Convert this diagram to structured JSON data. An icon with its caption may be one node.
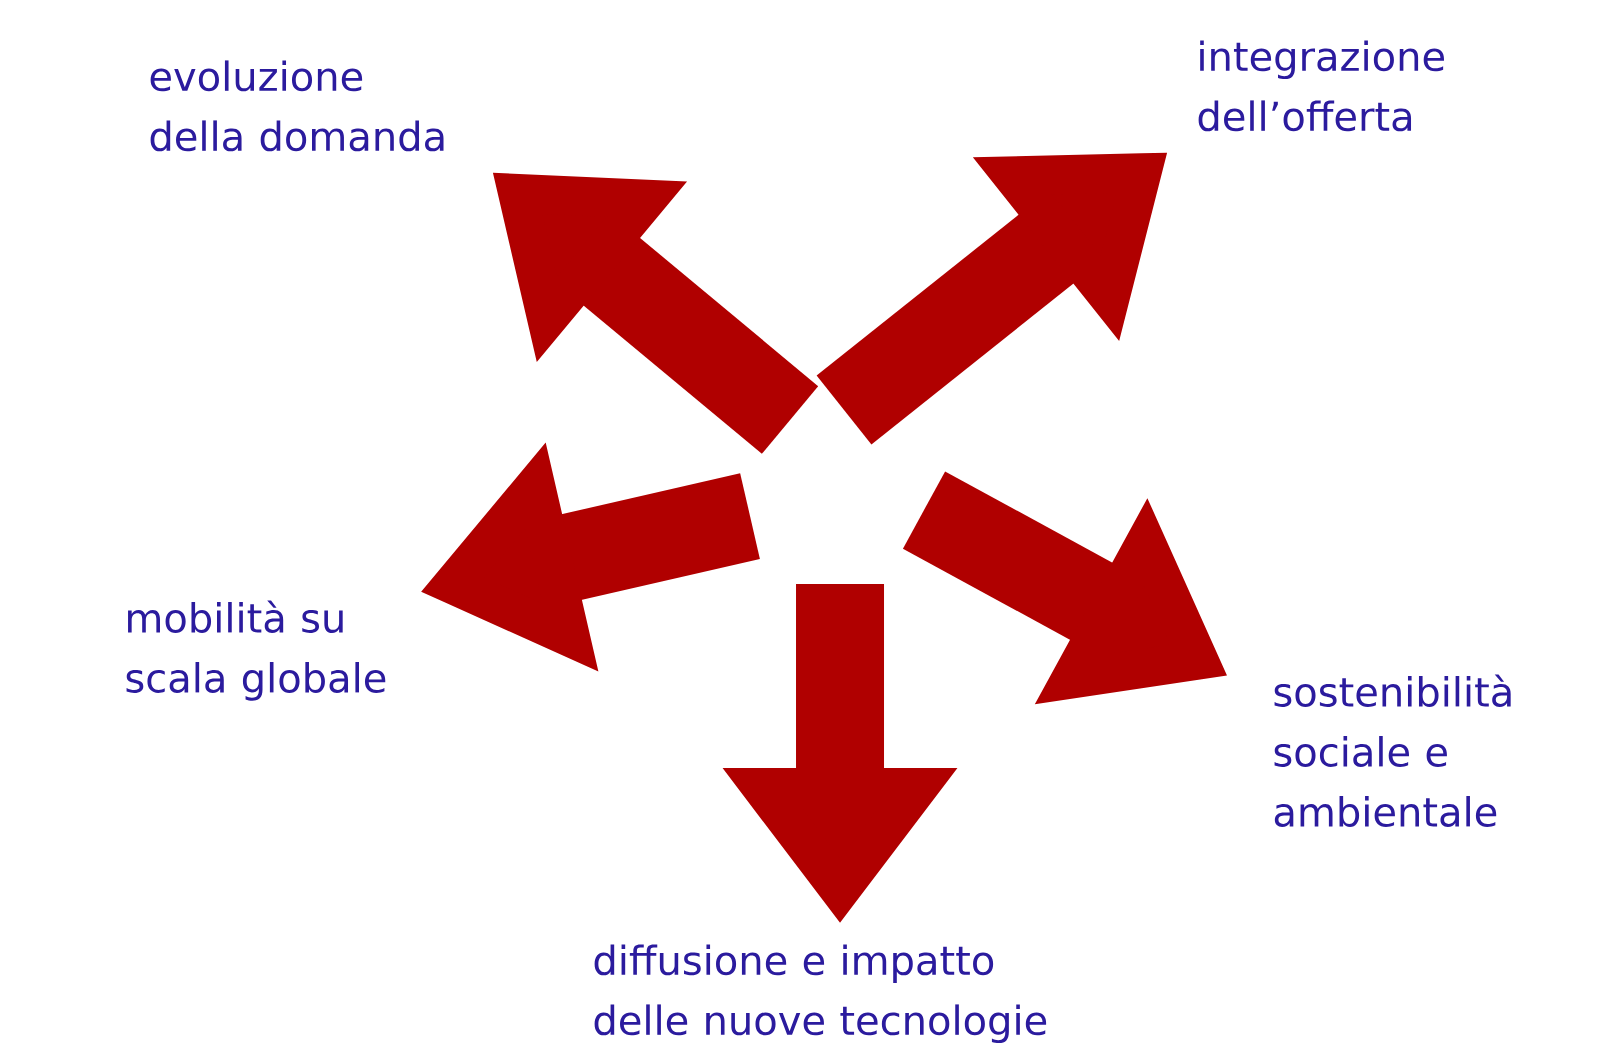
{
  "diagram": {
    "nodes": [
      {
        "text": [
          "evoluzione della domanda"
        ]
      },
      {
        "text": [
          "integrazione dell’offerta"
        ]
      },
      {
        "text": [
          "mobilità su scala globale"
        ]
      },
      {
        "text": [
          "sostenibilità sociale e ambientale"
        ]
      },
      {
        "text": [
          "diffusione e impatto delle nuove tecnologie"
        ]
      }
    ],
    "edges": [
      {
        "from": null,
        "to": 0,
        "arrow": "to"
      },
      {
        "from": null,
        "to": 1,
        "arrow": "to"
      },
      {
        "from": null,
        "to": 2,
        "arrow": "to"
      },
      {
        "from": null,
        "to": 3,
        "arrow": "to"
      },
      {
        "from": null,
        "to": 4,
        "arrow": "to"
      }
    ]
  }
}
